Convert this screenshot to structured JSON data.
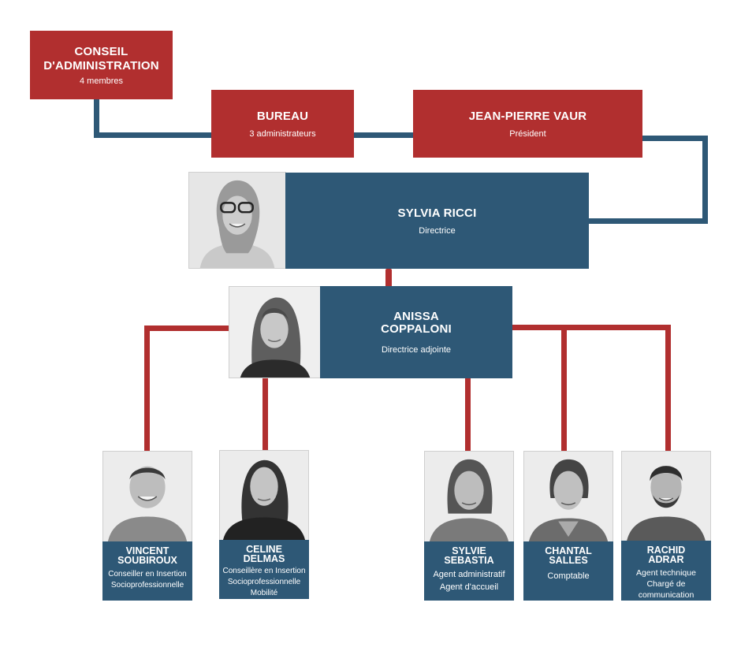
{
  "conseil": {
    "title": "CONSEIL D'ADMINISTRATION",
    "sub": "4 membres"
  },
  "bureau": {
    "title": "BUREAU",
    "sub": "3 administrateurs"
  },
  "president": {
    "title": "JEAN-PIERRE VAUR",
    "sub": "Président"
  },
  "directrice": {
    "title": "SYLVIA RICCI",
    "sub": "Directrice"
  },
  "adjointe": {
    "title": "ANISSA COPPALONI",
    "sub": "Directrice adjointe"
  },
  "staff": [
    {
      "name": "VINCENT SOUBIROUX",
      "role": "Conseiller en Insertion Socioprofessionnelle"
    },
    {
      "name": "CELINE DELMAS",
      "role": "Conseillère en Insertion Socioprofessionnelle Mobilité"
    },
    {
      "name": "SYLVIE SEBASTIA",
      "role": "Agent administratif Agent d'accueil"
    },
    {
      "name": "CHANTAL SALLES",
      "role": "Comptable"
    },
    {
      "name": "RACHID ADRAR",
      "role": "Agent technique Chargé de communication"
    }
  ],
  "colors": {
    "red": "#b12f2f",
    "blue": "#2e5876"
  }
}
